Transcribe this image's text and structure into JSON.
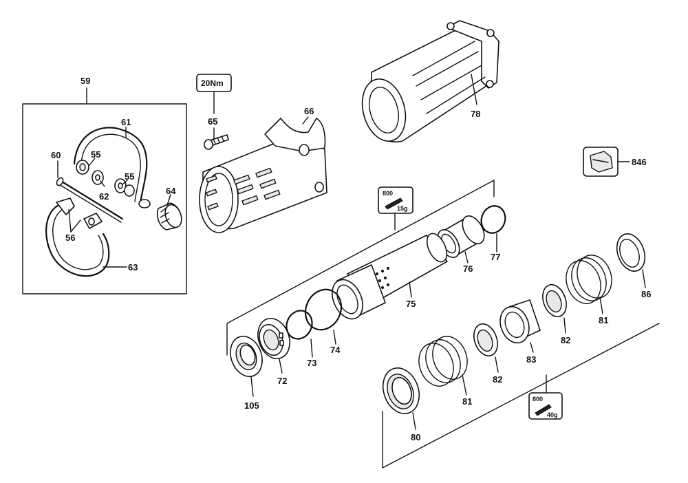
{
  "callouts": {
    "c59": "59",
    "c61": "61",
    "c60": "60",
    "c55a": "55",
    "c55b": "55",
    "c62": "62",
    "c64": "64",
    "c56": "56",
    "c63": "63",
    "c65": "65",
    "c66": "66",
    "c78": "78",
    "c846": "846",
    "c77": "77",
    "c76": "76",
    "c75": "75",
    "c74": "74",
    "c73": "73",
    "c72": "72",
    "c105": "105",
    "c86": "86",
    "c81a": "81",
    "c82a": "82",
    "c83": "83",
    "c82b": "82",
    "c81b": "81",
    "c80": "80"
  },
  "torque": {
    "value": "20Nm"
  },
  "grease_upper": {
    "code": "800",
    "amount": "15g"
  },
  "grease_lower": {
    "code": "800",
    "amount": "40g"
  }
}
